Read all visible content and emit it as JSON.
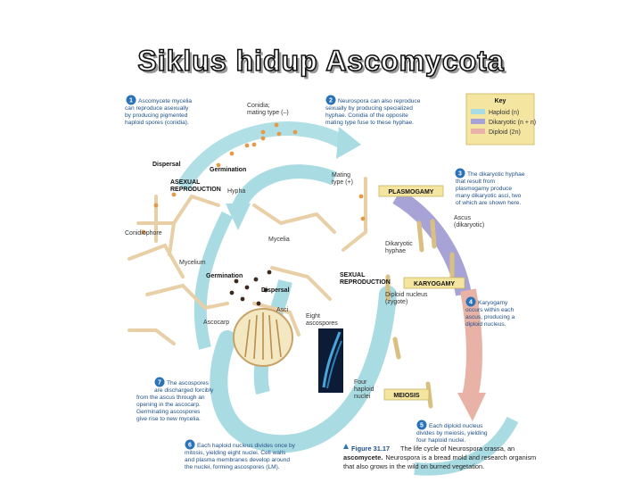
{
  "title": "Siklus hidup Ascomycota",
  "key": {
    "title": "Key",
    "items": [
      {
        "label": "Haploid (n)",
        "color": "#a9dbe3"
      },
      {
        "label": "Dikaryotic (n + n)",
        "color": "#a7a3d6"
      },
      {
        "label": "Diploid (2n)",
        "color": "#e8b2a6"
      }
    ]
  },
  "steps": {
    "s1": [
      "Ascomycete mycelia",
      "can reproduce asexually",
      "by producing pigmented",
      "haploid spores (conidia)."
    ],
    "s2": [
      "Neurospora can also reproduce",
      "sexually by producing specialized",
      "hyphae. Conidia of the opposite",
      "mating type fuse to these hyphae."
    ],
    "s3": [
      "The dikaryotic hyphae",
      "that result from",
      "plasmogamy produce",
      "many dikaryotic asci, two",
      "of which are shown here."
    ],
    "s4": [
      "Karyogamy",
      "occurs within each",
      "ascus, producing a",
      "diploid nucleus."
    ],
    "s5": [
      "Each diploid nucleus",
      "divides by meiosis, yielding",
      "four haploid nuclei."
    ],
    "s6": [
      "Each haploid nucleus divides once by",
      "mitosis, yielding eight nuclei. Cell walls",
      "and plasma membranes develop around",
      "the nuclei, forming ascospores (LM)."
    ],
    "s7": [
      "The ascospores",
      "are discharged forcibly",
      "from the ascus through an",
      "opening in the ascocarp.",
      "Germinating ascospores",
      "give rise to new mycelia."
    ]
  },
  "labels": {
    "conidia": [
      "Conidia;",
      "mating type (–)"
    ],
    "dispersal_top": "Dispersal",
    "germination_top": "Germination",
    "asexual": [
      "ASEXUAL",
      "REPRODUCTION"
    ],
    "hypha": "Hypha",
    "conidiophore": "Conidiophore",
    "mycelia": "Mycelia",
    "mycelium": "Mycelium",
    "mating": [
      "Mating",
      "type (+)"
    ],
    "ascus_dik": [
      "Ascus",
      "(dikaryotic)"
    ],
    "dik_hyphae": [
      "Dikaryotic",
      "hyphae"
    ],
    "sexual": [
      "SEXUAL",
      "REPRODUCTION"
    ],
    "germination_mid": "Germination",
    "dispersal_mid": "Dispersal",
    "asci": "Asci",
    "ascocarp": "Ascocarp",
    "eight": [
      "Eight",
      "ascospores"
    ],
    "diploid_nuc": [
      "Diploid nucleus",
      "(zygote)"
    ],
    "four": [
      "Four",
      "haploid",
      "nuclei"
    ]
  },
  "stages": {
    "plasmogamy": "PLASMOGAMY",
    "karyogamy": "KARYOGAMY",
    "meiosis": "MEIOSIS"
  },
  "caption": {
    "fig": "Figure 31.17",
    "line1": "The life cycle of Neurospora crassa, an",
    "line2": "ascomycete.",
    "line2b": "Neurospora is a bread mold and research organism",
    "line3": "that also grows in the wild on burned vegetation."
  },
  "colors": {
    "haploid": "#a9dbe3",
    "dikaryotic": "#a7a3d6",
    "diploid": "#e8b2a6",
    "hypha": "#e8cfa6",
    "stage_box": "#f4e5a1",
    "step_number": "#2a73b8"
  }
}
